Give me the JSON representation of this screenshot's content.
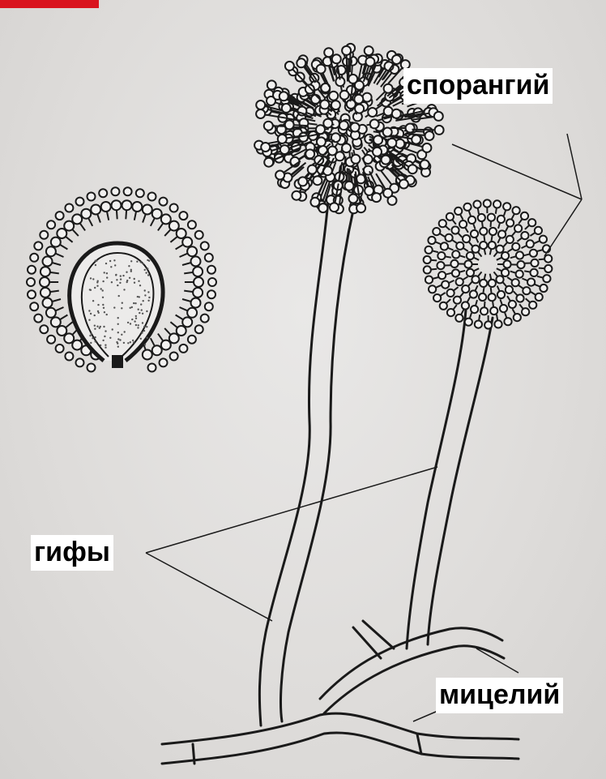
{
  "labels": {
    "sporangium": "спорангий",
    "hyphae": "гифы",
    "mycelium": "мицелий"
  },
  "colors": {
    "ink": "#1a1a1a",
    "paper": "#e3e1df",
    "label_bg": "#ffffff",
    "corner_mark": "#d9141e"
  }
}
